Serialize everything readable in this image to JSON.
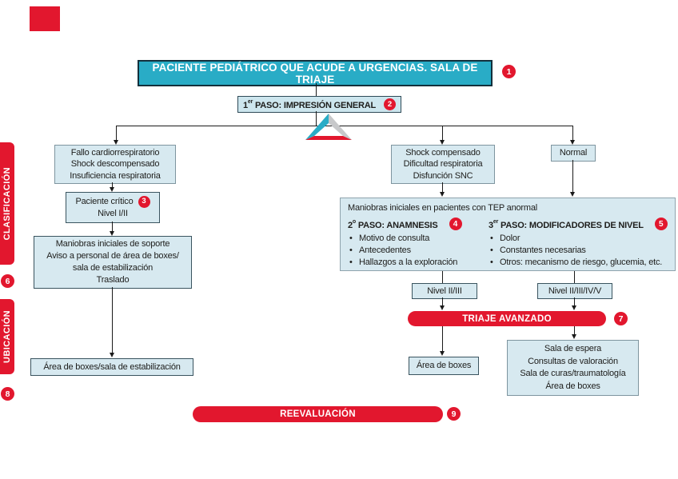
{
  "colors": {
    "red": "#e2172e",
    "cyan": "#29acc6",
    "box_fill": "#d7e9f0"
  },
  "header": {
    "title": "PACIENTE PEDIÁTRICO QUE ACUDE A URGENCIAS. SALA DE TRIAJE"
  },
  "steps": {
    "s1": {
      "num": "1",
      "sup": "er",
      "rest": " PASO: IMPRESIÓN GENERAL"
    },
    "s2": {
      "num": "2",
      "sup": "o",
      "rest": " PASO: ANAMNESIS"
    },
    "s3": {
      "num": "3",
      "sup": "er",
      "rest": " PASO: MODIFICADORES DE NIVEL"
    }
  },
  "badges": {
    "n1": "1",
    "n2": "2",
    "n3": "3",
    "n4": "4",
    "n5": "5",
    "n6": "6",
    "n7": "7",
    "n8": "8",
    "n9": "9"
  },
  "boxes": {
    "fallo": [
      "Fallo cardiorrespiratorio",
      "Shock descompensado",
      "Insuficiencia respiratoria"
    ],
    "critico": {
      "line1": "Paciente crítico",
      "line2": "Nivel I/II"
    },
    "maniobras": [
      "Maniobras iniciales de soporte",
      "Aviso a personal de área de boxes/",
      "sala de estabilización",
      "Traslado"
    ],
    "area_izq": "Área de boxes/sala de estabilización",
    "shock": [
      "Shock compensado",
      "Dificultad respiratoria",
      "Disfunción SNC"
    ],
    "normal": "Normal",
    "tep_title": "Maniobras iniciales en pacientes con TEP anormal",
    "anamnesis_items": [
      "Motivo de consulta",
      "Antecedentes",
      "Hallazgos a la exploración"
    ],
    "modificadores_items": [
      "Dolor",
      "Constantes necesarias",
      "Otros: mecanismo de riesgo, glucemia, etc."
    ],
    "nivel23": "Nivel II/III",
    "nivel2345": "Nivel II/III/IV/V",
    "triaje": "TRIAJE AVANZADO",
    "area_boxes": "Área de boxes",
    "sala": [
      "Sala de espera",
      "Consultas de valoración",
      "Sala de curas/traumatología",
      "Área de boxes"
    ],
    "reevaluacion": "REEVALUACIÓN"
  },
  "sidebar": {
    "clasificacion": "CLASIFICACIÓN",
    "ubicacion": "UBICACIÓN"
  }
}
